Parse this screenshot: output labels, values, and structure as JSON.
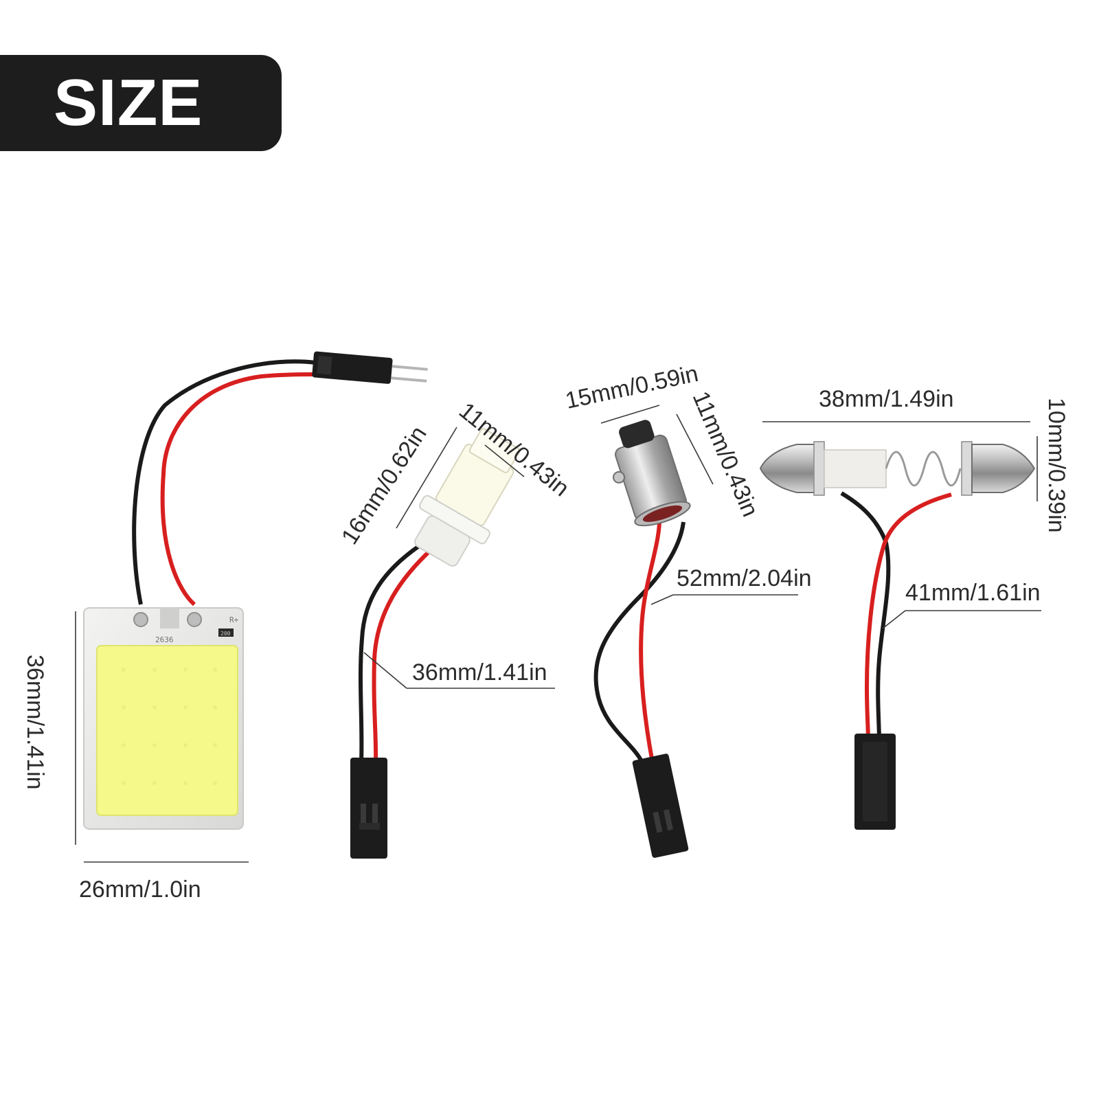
{
  "banner": {
    "title": "SIZE"
  },
  "products": {
    "cob_panel": {
      "height_label": "36mm/1.41in",
      "width_label": "26mm/1.0in",
      "board_polarity": "R+",
      "board_code": "2636",
      "resistor_code": "200"
    },
    "t10_bulb": {
      "height_label": "16mm/0.62in",
      "width_label": "11mm/0.43in",
      "cable_label": "36mm/1.41in"
    },
    "ba9s_bulb": {
      "height_label": "15mm/0.59in",
      "width_label": "11mm/0.43in",
      "cable_label": "52mm/2.04in"
    },
    "festoon_bulb": {
      "length_label": "38mm/1.49in",
      "diameter_label": "10mm/0.39in",
      "cable_label": "41mm/1.61in"
    }
  },
  "colors": {
    "banner": "#1d1d1d",
    "wire_red": "#d81f1f",
    "wire_black": "#1a1a1a",
    "led_yellow": "#f4f98a",
    "pcb_silver": "#e8e8e6",
    "connector": "#1c1c1c"
  }
}
